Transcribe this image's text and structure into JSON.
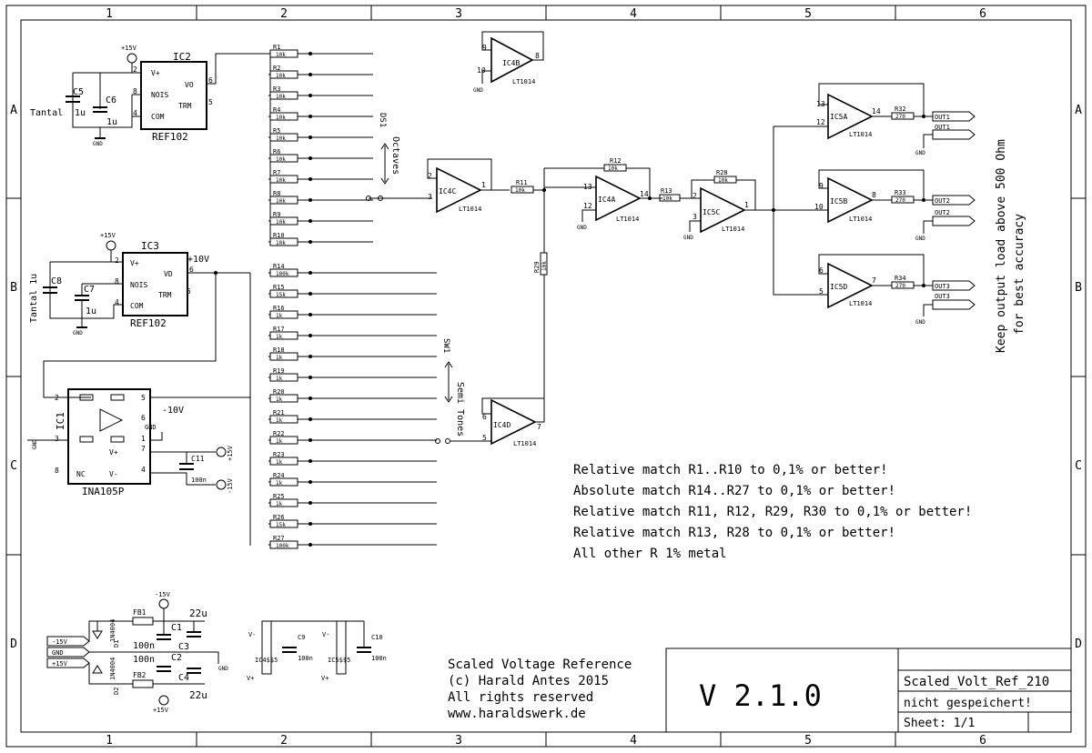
{
  "frame": {
    "columns": [
      "1",
      "2",
      "3",
      "4",
      "5",
      "6"
    ],
    "rows": [
      "A",
      "B",
      "C",
      "D"
    ]
  },
  "parts": {
    "ic2": {
      "ref": "IC2",
      "value": "REF102",
      "pins": [
        "+15V",
        "2",
        "6",
        "8",
        "4",
        "5",
        "V+",
        "VO",
        "NOIS",
        "TRM",
        "COM"
      ]
    },
    "ic3": {
      "ref": "IC3",
      "value": "REF102",
      "pins": [
        "+15V",
        "2",
        "6",
        "8",
        "4",
        "5",
        "V+",
        "VD",
        "NOIS",
        "TRM",
        "COM"
      ]
    },
    "ic1": {
      "ref": "IC1",
      "value": "INA105P",
      "pins": [
        "2",
        "5",
        "6",
        "3",
        "1",
        "7",
        "8",
        "4",
        "V+",
        "NC",
        "V-",
        "GND"
      ]
    },
    "c5": {
      "ref": "C5",
      "value": "Tantal",
      "cap": "1u"
    },
    "c6": {
      "ref": "C6",
      "value": "1u"
    },
    "c8": {
      "ref": "C8",
      "value": "Tantal 1u"
    },
    "c7": {
      "ref": "C7",
      "value": "1u"
    },
    "c11": {
      "ref": "C11",
      "value": "100n"
    },
    "ic4b": {
      "ref": "IC4B",
      "value": "LT1014",
      "pins": [
        "9",
        "10",
        "8",
        "GND"
      ]
    },
    "ic4c": {
      "ref": "IC4C",
      "value": "LT1014",
      "pins": [
        "2",
        "3",
        "1"
      ]
    },
    "ic4a": {
      "ref": "IC4A",
      "value": "LT1014",
      "pins": [
        "13",
        "12",
        "14",
        "GND"
      ]
    },
    "ic5c": {
      "ref": "IC5C",
      "value": "LT1014",
      "pins": [
        "2",
        "3",
        "1",
        "GND"
      ]
    },
    "ic4d": {
      "ref": "IC4D",
      "value": "LT1014",
      "pins": [
        "6",
        "5",
        "7"
      ]
    },
    "ic5a": {
      "ref": "IC5A",
      "value": "LT1014",
      "pins": [
        "13",
        "12",
        "14"
      ]
    },
    "ic5b": {
      "ref": "IC5B",
      "value": "LT1014",
      "pins": [
        "9",
        "10",
        "8"
      ]
    },
    "ic5d": {
      "ref": "IC5D",
      "value": "LT1014",
      "pins": [
        "6",
        "5",
        "7"
      ]
    }
  },
  "ladder_top": [
    {
      "ref": "R1",
      "value": "10k"
    },
    {
      "ref": "R2",
      "value": "10k"
    },
    {
      "ref": "R3",
      "value": "10k"
    },
    {
      "ref": "R4",
      "value": "10k"
    },
    {
      "ref": "R5",
      "value": "10k"
    },
    {
      "ref": "R6",
      "value": "10k"
    },
    {
      "ref": "R7",
      "value": "10k"
    },
    {
      "ref": "R8",
      "value": "10k"
    },
    {
      "ref": "R9",
      "value": "10k"
    },
    {
      "ref": "R10",
      "value": "10k"
    }
  ],
  "ladder_bottom": [
    {
      "ref": "R14",
      "value": "100k"
    },
    {
      "ref": "R15",
      "value": "15k"
    },
    {
      "ref": "R16",
      "value": "1k"
    },
    {
      "ref": "R17",
      "value": "1k"
    },
    {
      "ref": "R18",
      "value": "1k"
    },
    {
      "ref": "R19",
      "value": "1k"
    },
    {
      "ref": "R20",
      "value": "1k"
    },
    {
      "ref": "R21",
      "value": "1k"
    },
    {
      "ref": "R22",
      "value": "1k"
    },
    {
      "ref": "R23",
      "value": "1k"
    },
    {
      "ref": "R24",
      "value": "1k"
    },
    {
      "ref": "R25",
      "value": "1k"
    },
    {
      "ref": "R26",
      "value": "15k"
    },
    {
      "ref": "R27",
      "value": "100k"
    }
  ],
  "resistors": {
    "r11": {
      "ref": "R11",
      "value": "10k"
    },
    "r12": {
      "ref": "R12",
      "value": "10k"
    },
    "r13": {
      "ref": "R13",
      "value": "10k"
    },
    "r28": {
      "ref": "R28",
      "value": "10k"
    },
    "r29": {
      "ref": "R29",
      "value": "10k"
    },
    "r32": {
      "ref": "R32",
      "value": "270"
    },
    "r33": {
      "ref": "R33",
      "value": "270"
    },
    "r34": {
      "ref": "R34",
      "value": "270"
    }
  },
  "switches": {
    "ds1": {
      "ref": "DS1",
      "label": "Octaves"
    },
    "sw1": {
      "ref": "SW1",
      "label": "Semi Tones"
    }
  },
  "nets": {
    "gnd": "GND",
    "p15": "+15V",
    "m15": "-15V",
    "p10": "+10V",
    "m10": "-10V",
    "out1": "OUT1",
    "out2": "OUT2",
    "out3": "OUT3"
  },
  "power": {
    "fb1": "FB1",
    "fb2": "FB2",
    "d1": "D1",
    "d2": "D2",
    "diode": "1N4004",
    "c1": {
      "ref": "C1",
      "value": "100n"
    },
    "c2": {
      "ref": "C2",
      "value": "100n"
    },
    "c3": {
      "ref": "C3",
      "value": "22u"
    },
    "c4": {
      "ref": "C4",
      "value": "22u"
    },
    "c9": {
      "ref": "C9",
      "value": "100n"
    },
    "c10": {
      "ref": "C10",
      "value": "100n"
    },
    "ic4pwr": "IC4$$5",
    "ic5pwr": "IC5$$5",
    "vminus": "V-",
    "vplus": "V+"
  },
  "side_note": [
    "Keep output load above 500 Ohm",
    "for best accuracy"
  ],
  "notes": [
    "Relative match R1..R10  to 0,1% or better!",
    "Absolute match R14..R27  to 0,1% or better!",
    "Relative match R11, R12, R29, R30  to 0,1% or better!",
    "Relative match R13, R28  to 0,1% or better!",
    "All other R 1% metal"
  ],
  "credits": [
    "Scaled Voltage Reference",
    "(c) Harald Antes 2015",
    "All rights reserved",
    "www.haraldswerk.de"
  ],
  "title_block": {
    "version": "V 2.1.0",
    "filename": "Scaled_Volt_Ref_210",
    "status": "nicht gespeichert!",
    "sheet": "Sheet: 1/1"
  }
}
